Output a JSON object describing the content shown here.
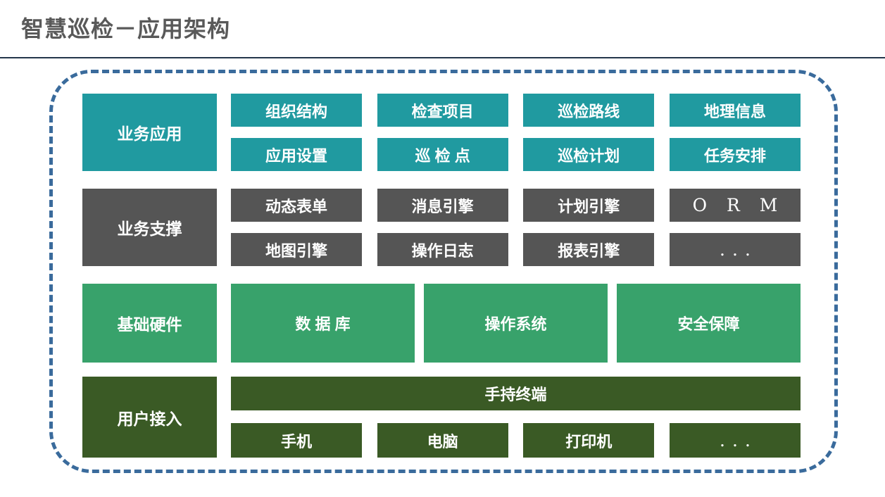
{
  "page": {
    "title": "智慧巡检－应用架构",
    "colors": {
      "title_text": "#595959",
      "divider": "#24364B",
      "frame_border": "#3A6B9C",
      "teal": "#209AA0",
      "gray": "#555555",
      "green": "#38A26B",
      "dark_green": "#3A5A25",
      "box_text": "#FFFFFF"
    }
  },
  "layers": [
    {
      "id": "business-application",
      "label": "业务应用",
      "color_key": "teal",
      "rows": [
        [
          "组织结构",
          "检查项目",
          "巡检路线",
          "地理信息"
        ],
        [
          "应用设置",
          "巡 检 点",
          "巡检计划",
          "任务安排"
        ]
      ]
    },
    {
      "id": "business-support",
      "label": "业务支撑",
      "color_key": "gray",
      "rows": [
        [
          "动态表单",
          "消息引擎",
          "计划引擎",
          "O R M"
        ],
        [
          "地图引擎",
          "操作日志",
          "报表引擎",
          "..."
        ]
      ]
    },
    {
      "id": "basic-hardware",
      "label": "基础硬件",
      "color_key": "green",
      "rows": [
        [
          "数 据 库",
          "操作系统",
          "安全保障"
        ]
      ]
    },
    {
      "id": "user-access",
      "label": "用户接入",
      "color_key": "dark_green",
      "rows": [
        [
          "手持终端"
        ],
        [
          "手机",
          "电脑",
          "打印机",
          "..."
        ]
      ]
    }
  ]
}
